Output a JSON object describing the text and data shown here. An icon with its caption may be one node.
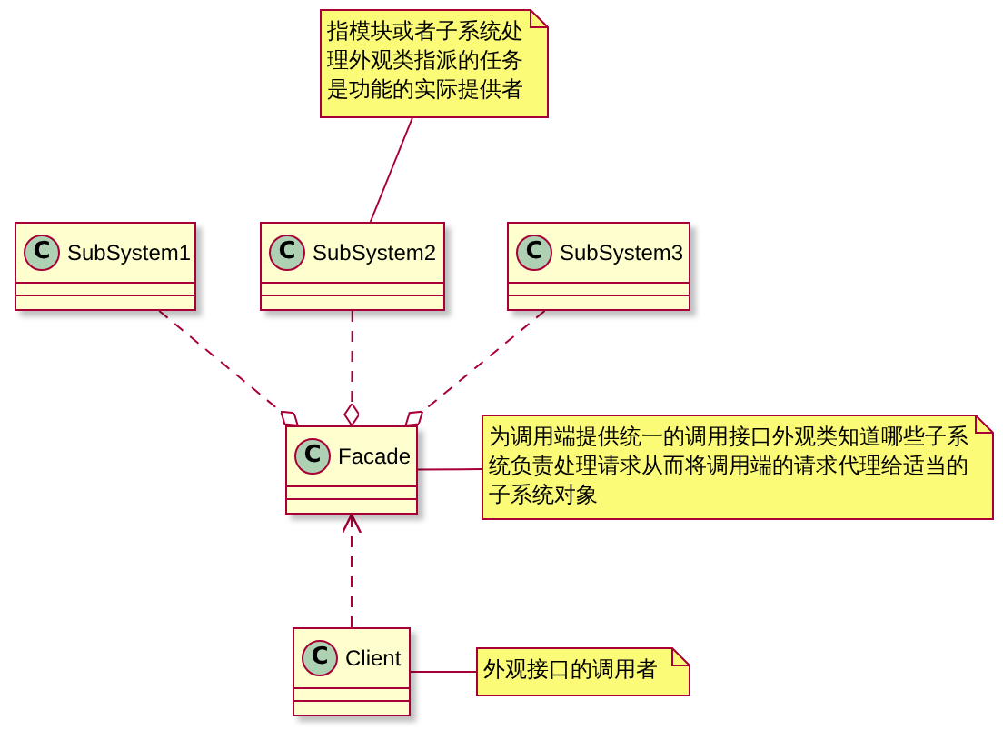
{
  "diagram": {
    "nodes": [
      {
        "text": [
          "指模块或者子系统处理外观类指派的任务是功能的实际提供者"
        ]
      },
      {
        "text": [
          "C",
          "SubSystem1"
        ]
      },
      {
        "text": [
          "C",
          "SubSystem2"
        ]
      },
      {
        "text": [
          "C",
          "SubSystem3"
        ]
      },
      {
        "text": [
          "C",
          "Facade"
        ]
      },
      {
        "text": [
          "为调用端提供统一的调用接口外观类知道哪些子系统负责处理请求从而将调用端的请求代理给适当的子系统对象"
        ]
      },
      {
        "text": [
          "C",
          "Client"
        ]
      },
      {
        "text": [
          "外观接口的调用者"
        ]
      }
    ],
    "edges": [
      {
        "from": 0,
        "to": 2,
        "arrow": "none"
      },
      {
        "from": 1,
        "to": 4,
        "arrow": "other",
        "style": "dashed"
      },
      {
        "from": 2,
        "to": 4,
        "arrow": "other",
        "style": "dashed"
      },
      {
        "from": 3,
        "to": 4,
        "arrow": "other",
        "style": "dashed"
      },
      {
        "from": 5,
        "to": 4,
        "arrow": "none"
      },
      {
        "from": 6,
        "to": 4,
        "arrow": "to",
        "style": "dashed"
      },
      {
        "from": 7,
        "to": 6,
        "arrow": "none"
      }
    ]
  }
}
